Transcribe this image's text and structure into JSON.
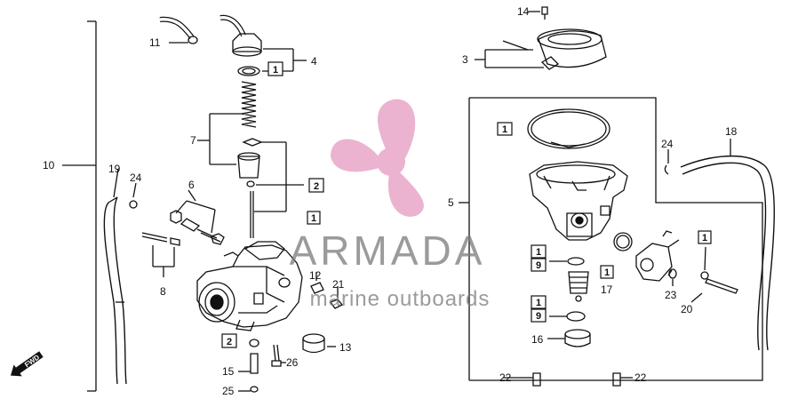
{
  "watermark": {
    "brand": "ARMADA",
    "tagline": "marine outboards",
    "logo_color": "#e8a6c8"
  },
  "diagram": {
    "callouts": {
      "c1": "1",
      "c2": "2",
      "c3": "3",
      "c4": "4",
      "c5": "5",
      "c6": "6",
      "c7": "7",
      "c8": "8",
      "c10": "10",
      "c11": "11",
      "c12": "12",
      "c13": "13",
      "c14": "14",
      "c15": "15",
      "c16": "16",
      "c17": "17",
      "c18": "18",
      "c19": "19",
      "c20": "20",
      "c21": "21",
      "c22a": "22",
      "c22b": "22",
      "c23": "23",
      "c24a": "24",
      "c24b": "24",
      "c25": "25",
      "c26": "26"
    },
    "boxes": {
      "b1a": "1",
      "b2a": "2",
      "b1b": "1",
      "b2b": "2",
      "b1c": "1",
      "b1d": "1",
      "b9a": "9",
      "b1e": "1",
      "b1f": "1",
      "b9b": "9",
      "b1g": "1"
    },
    "fwd_label": "FWD"
  }
}
